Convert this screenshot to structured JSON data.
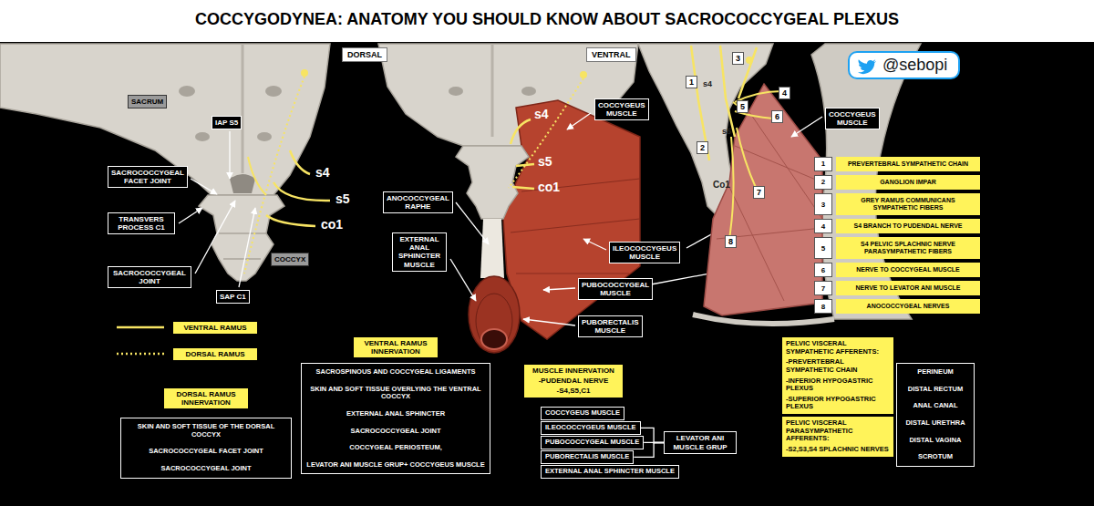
{
  "diagram": {
    "title": "COCCYGODYNEA: ANATOMY YOU SHOULD KNOW ABOUT SACROCOCCYGEAL PLEXUS",
    "nodes": [
      {
        "text": [
          "DORSAL"
        ]
      },
      {
        "text": [
          "VENTRAL"
        ]
      },
      {
        "text": [
          "@sebopi"
        ]
      },
      {
        "text": [
          "SACRUM"
        ]
      },
      {
        "text": [
          "IAP S5"
        ]
      },
      {
        "text": [
          "SACROCOCCYGEAL FACET JOINT"
        ]
      },
      {
        "text": [
          "TRANSVERS PROCESS C1"
        ]
      },
      {
        "text": [
          "SACROCOCCYGEAL JOINT"
        ]
      },
      {
        "text": [
          "COCCYX"
        ]
      },
      {
        "text": [
          "SAP C1"
        ]
      },
      {
        "text": [
          "COCCYGEUS MUSCLE"
        ]
      },
      {
        "text": [
          "ANOCOCCYGEAL RAPHE"
        ]
      },
      {
        "text": [
          "EXTERNAL ANAL SPHINCTER MUSCLE"
        ]
      },
      {
        "text": [
          "ILEOCOCCYGEUS MUSCLE"
        ]
      },
      {
        "text": [
          "PUBOCOCCYGEAL MUSCLE"
        ]
      },
      {
        "text": [
          "PUBORECTALIS MUSCLE"
        ]
      },
      {
        "text": [
          "3"
        ]
      },
      {
        "text": [
          "1"
        ]
      },
      {
        "text": [
          "4"
        ]
      },
      {
        "text": [
          "5"
        ]
      },
      {
        "text": [
          "6"
        ]
      },
      {
        "text": [
          "2"
        ]
      },
      {
        "text": [
          "7"
        ]
      },
      {
        "text": [
          "8"
        ]
      },
      {
        "text": [
          "COCCYGEUS MUSCLE"
        ]
      },
      {
        "text": [
          "1"
        ]
      },
      {
        "text": [
          "PREVERTEBRAL SYMPATHETIC CHAIN"
        ]
      },
      {
        "text": [
          "2"
        ]
      },
      {
        "text": [
          "GANGLION IMPAR"
        ]
      },
      {
        "text": [
          "3"
        ]
      },
      {
        "text": [
          "GREY RAMUS COMMUNICANS SYMPATHETIC FIBERS"
        ]
      },
      {
        "text": [
          "4"
        ]
      },
      {
        "text": [
          "S4 BRANCH TO PUDENDAL NERVE"
        ]
      },
      {
        "text": [
          "5"
        ]
      },
      {
        "text": [
          "S4 PELVIC SPLACHNIC NERVE PARASYMPATHETIC FIBERS"
        ]
      },
      {
        "text": [
          "6"
        ]
      },
      {
        "text": [
          "NERVE TO COCCYGEAL MUSCLE"
        ]
      },
      {
        "text": [
          "7"
        ]
      },
      {
        "text": [
          "NERVE TO LEVATOR ANI MUSCLE"
        ]
      },
      {
        "text": [
          "8"
        ]
      },
      {
        "text": [
          "ANOCOCCYGEAL NERVES"
        ]
      },
      {
        "text": [
          "DORSAL RAMUS INNERVATION"
        ]
      },
      {
        "text": [
          "SKIN AND SOFT TISSUE OF THE DORSAL COCCYX",
          "SACROCOCCYGEAL FACET JOINT",
          "SACROCOCCYGEAL JOINT"
        ]
      },
      {
        "text": [
          "VENTRAL RAMUS INNERVATION"
        ]
      },
      {
        "text": [
          "SACROSPINOUS AND COCCYGEAL LIGAMENTS",
          "SKIN AND SOFT TISSUE OVERLYING THE VENTRAL COCCYX",
          "EXTERNAL ANAL SPHINCTER",
          "SACROCOCCYGEAL JOINT",
          "COCCYGEAL PERIOSTEUM,",
          "LEVATOR ANI MUSCLE GRUP+ COCCYGEUS MUSCLE"
        ]
      },
      {
        "text": [
          "MUSCLE INNERVATION",
          "-PUDENDAL NERVE",
          "-S4,S5,C1"
        ]
      },
      {
        "text": [
          "COCCYGEUS MUSCLE"
        ]
      },
      {
        "text": [
          "ILEOCOCCYGEUS MUSCLE"
        ]
      },
      {
        "text": [
          "PUBOCOCCYGEAL MUSCLE"
        ]
      },
      {
        "text": [
          "PUBORECTALIS MUSCLE"
        ]
      },
      {
        "text": [
          "LEVATOR ANI MUSCLE GRUP"
        ]
      },
      {
        "text": [
          "EXTERNAL ANAL SPHINCTER MUSCLE"
        ]
      },
      {
        "text": [
          "PELVIC VISCERAL SYMPATHETIC AFFERENTS:",
          "-PREVERTEBRAL SYMPATHETIC CHAIN",
          "-INFERIOR HYPOGASTRIC PLEXUS",
          "-SUPERIOR HYPOGASTRIC PLEXUS"
        ]
      },
      {
        "text": [
          "PELVIC VISCERAL PARASYMPATHETIC AFFERENTS:",
          "-S2,S3,S4 SPLACHNIC NERVES"
        ]
      },
      {
        "text": [
          "PERINEUM",
          "DISTAL RECTUM",
          "ANAL CANAL",
          "DISTAL URETHRA",
          "DISTAL VAGINA",
          "SCROTUM"
        ]
      }
    ],
    "edges": [
      {
        "from": 47,
        "to": 50,
        "arrow": "none"
      },
      {
        "from": 48,
        "to": 50,
        "arrow": "none"
      },
      {
        "from": 49,
        "to": 50,
        "arrow": "none"
      }
    ],
    "labels": [
      "s4",
      "s5",
      "co1",
      "s4",
      "s5",
      "co1",
      "s4",
      "s5",
      "Co1"
    ],
    "legend": [
      {
        "text": "VENTRAL RAMUS"
      },
      {
        "text": "DORSAL RAMUS"
      }
    ]
  }
}
